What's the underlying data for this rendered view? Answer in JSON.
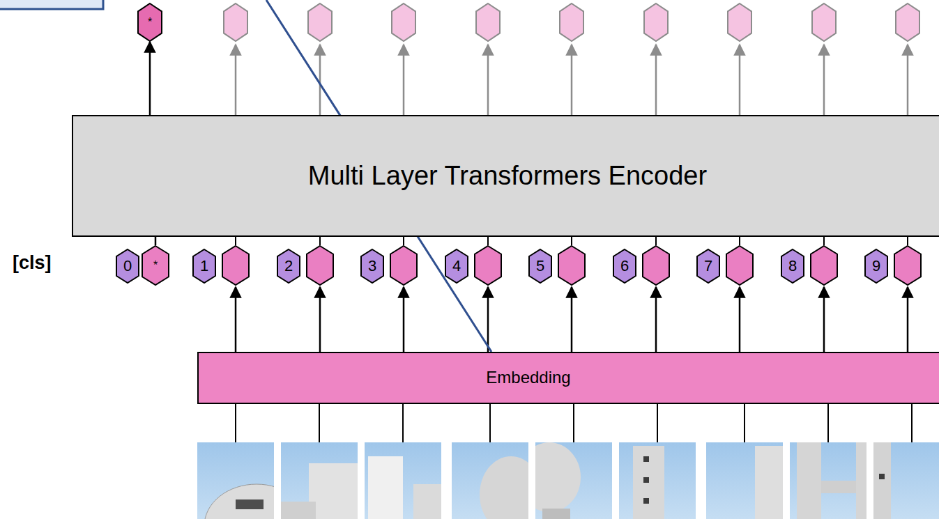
{
  "diagram": {
    "nodes": [
      {
        "text": [
          "*"
        ]
      },
      {
        "text": [
          "Multi Layer Transformers Encoder"
        ]
      },
      {
        "text": [
          "0"
        ]
      },
      {
        "text": [
          "*"
        ]
      },
      {
        "text": [
          "1"
        ]
      },
      {
        "text": [
          "2"
        ]
      },
      {
        "text": [
          "3"
        ]
      },
      {
        "text": [
          "4"
        ]
      },
      {
        "text": [
          "5"
        ]
      },
      {
        "text": [
          "6"
        ]
      },
      {
        "text": [
          "7"
        ]
      },
      {
        "text": [
          "8"
        ]
      },
      {
        "text": [
          "9"
        ]
      },
      {
        "text": [
          "Embedding"
        ]
      }
    ],
    "edges": [
      {
        "from": 1,
        "to": 0,
        "arrow": "to"
      },
      {
        "from": 3,
        "to": 1,
        "arrow": "none"
      }
    ],
    "labels": [
      "[cls]"
    ]
  }
}
